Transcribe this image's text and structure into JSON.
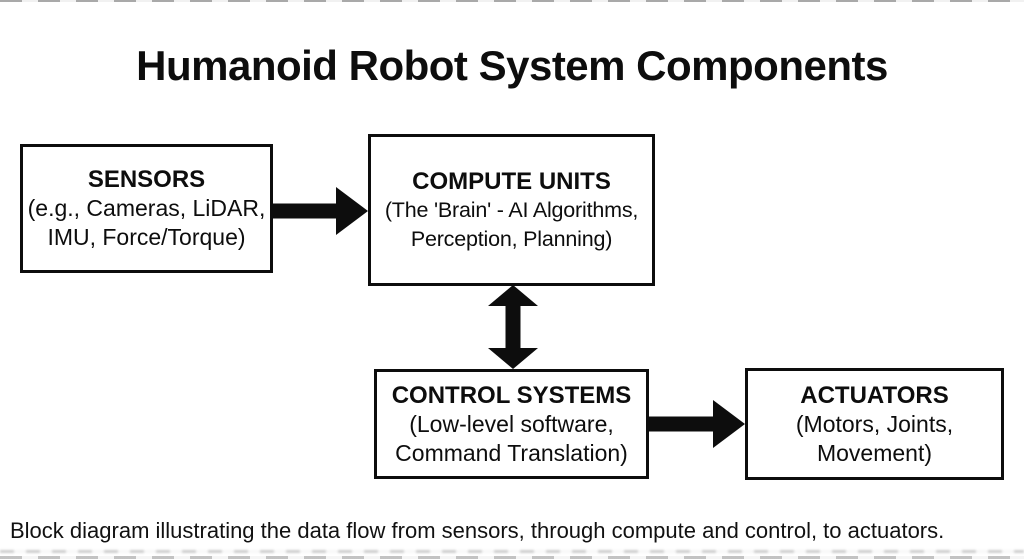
{
  "title": "Humanoid Robot System Components",
  "caption": "Block diagram illustrating the data flow from sensors, through compute and control, to actuators.",
  "diagram": {
    "boxes": [
      {
        "id": "sensors",
        "heading": "SENSORS",
        "lines": [
          "(e.g., Cameras, LiDAR,",
          "IMU, Force/Torque)"
        ]
      },
      {
        "id": "compute-units",
        "heading": "COMPUTE UNITS",
        "lines": [
          "(The 'Brain' - AI Algorithms,",
          "Perception, Planning)"
        ]
      },
      {
        "id": "control-systems",
        "heading": "CONTROL SYSTEMS",
        "lines": [
          "(Low-level software,",
          "Command Translation)"
        ]
      },
      {
        "id": "actuators",
        "heading": "ACTUATORS",
        "lines": [
          "(Motors, Joints,",
          "Movement)"
        ]
      }
    ],
    "arrows": [
      {
        "id": "sensors-to-compute",
        "icon": "right-arrow-icon",
        "from": "sensors",
        "to": "compute-units",
        "bidirectional": false
      },
      {
        "id": "compute-control-link",
        "icon": "double-vertical-arrow-icon",
        "from": "compute-units",
        "to": "control-systems",
        "bidirectional": true
      },
      {
        "id": "control-to-actuators",
        "icon": "right-arrow-icon",
        "from": "control-systems",
        "to": "actuators",
        "bidirectional": false
      }
    ]
  },
  "colors": {
    "background": "#ffffff",
    "ink": "#0d0d0d"
  }
}
